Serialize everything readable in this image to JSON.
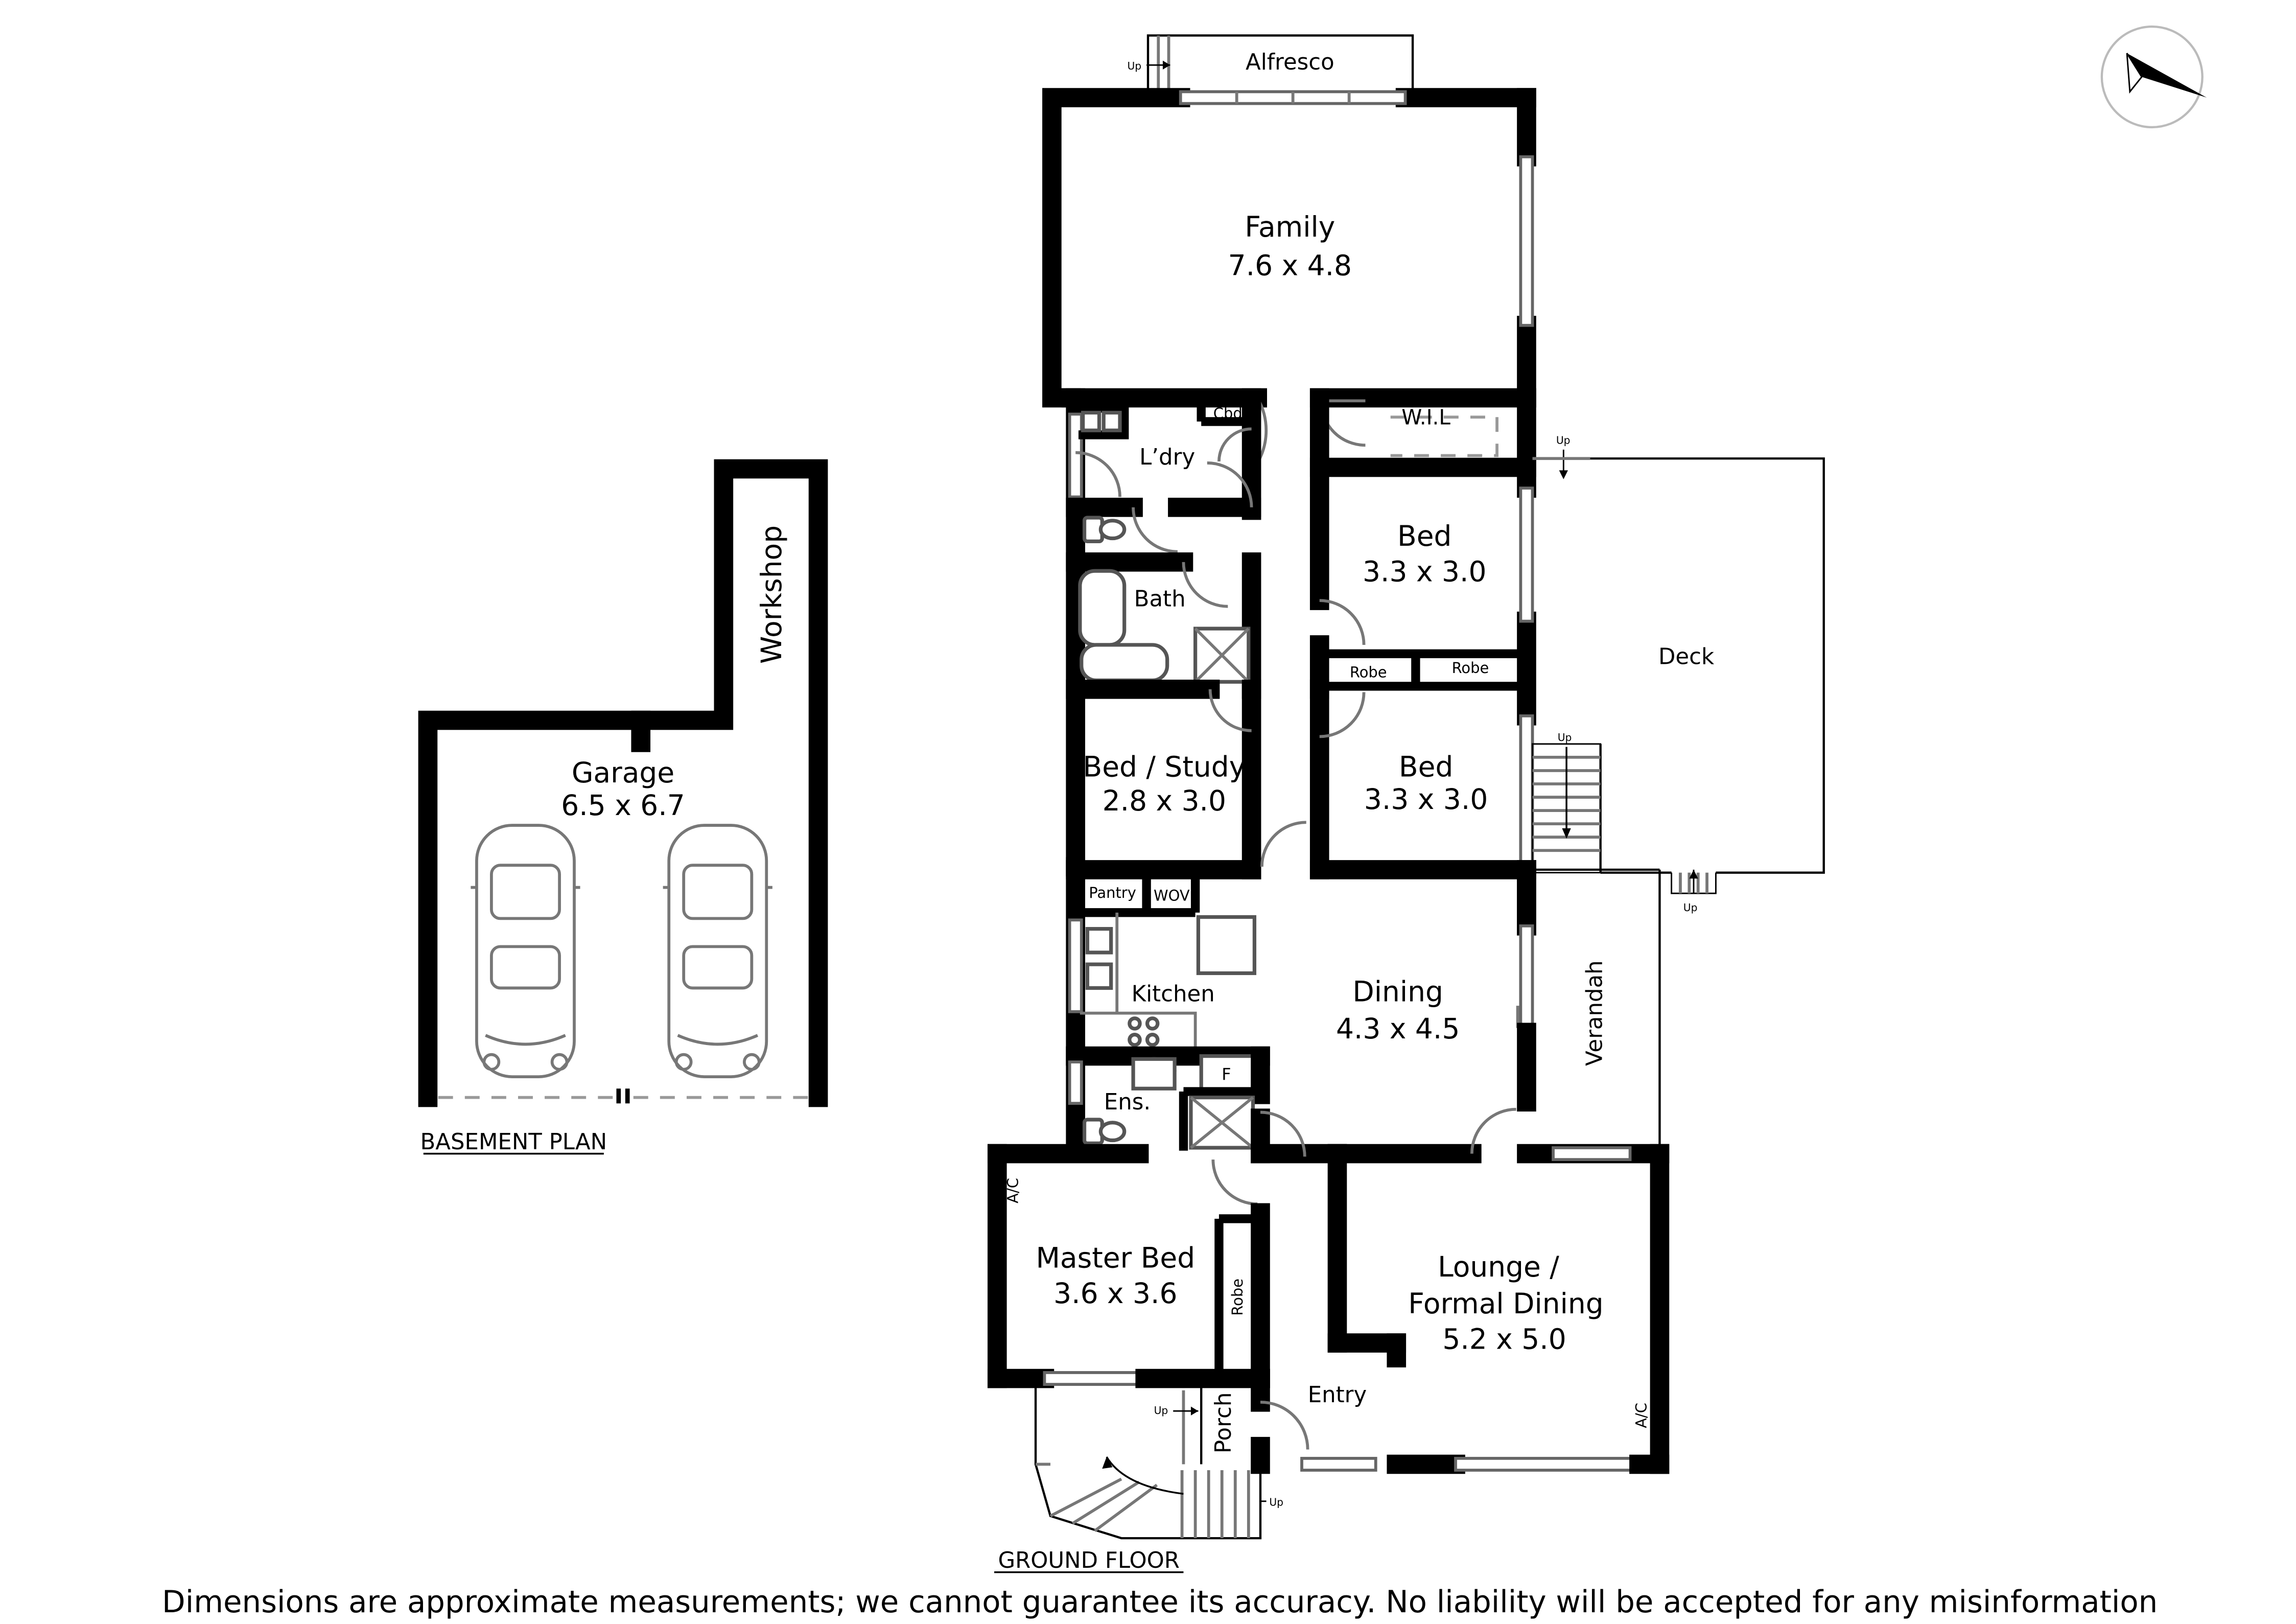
{
  "ground_floor": {
    "title": "GROUND FLOOR",
    "rooms": {
      "alfresco": {
        "name": "Alfresco"
      },
      "family": {
        "name": "Family",
        "dims": "7.6 x 4.8"
      },
      "laundry": {
        "name": "L’dry"
      },
      "cupboard": {
        "name": "Cbd"
      },
      "wil": {
        "name": "W.I.L"
      },
      "bath": {
        "name": "Bath"
      },
      "bed_2": {
        "name": "Bed",
        "dims": "3.3 x 3.0"
      },
      "robe_1": {
        "name": "Robe"
      },
      "robe_2": {
        "name": "Robe"
      },
      "bed_3": {
        "name": "Bed",
        "dims": "3.3 x 3.0"
      },
      "bed_study": {
        "name": "Bed / Study",
        "dims": "2.8 x 3.0"
      },
      "deck": {
        "name": "Deck"
      },
      "pantry": {
        "name": "Pantry"
      },
      "wov": {
        "name": "WOV"
      },
      "kitchen": {
        "name": "Kitchen"
      },
      "dining": {
        "name": "Dining",
        "dims": "4.3 x 4.5"
      },
      "verandah": {
        "name": "Verandah"
      },
      "fridge": {
        "name": "F"
      },
      "ensuite": {
        "name": "Ens."
      },
      "master_bed": {
        "name": "Master Bed",
        "dims": "3.6 x 3.6"
      },
      "master_robe": {
        "name": "Robe"
      },
      "lounge": {
        "name_line1": "Lounge /",
        "name_line2": "Formal Dining",
        "dims": "5.2 x 5.0"
      },
      "entry": {
        "name": "Entry"
      },
      "porch": {
        "name": "Porch"
      }
    },
    "ac_labels": [
      "A/C",
      "A/C"
    ],
    "up_labels": [
      "Up",
      "Up",
      "Up",
      "Up",
      "Up",
      "Up"
    ]
  },
  "basement": {
    "title": "BASEMENT PLAN",
    "rooms": {
      "workshop": {
        "name": "Workshop"
      },
      "garage": {
        "name": "Garage",
        "dims": "6.5 x 6.7"
      }
    }
  },
  "compass": {
    "icon": "north-arrow-icon"
  },
  "disclaimer": "Dimensions are approximate measurements; we cannot guarantee its accuracy. No liability will be accepted for any misinformation"
}
